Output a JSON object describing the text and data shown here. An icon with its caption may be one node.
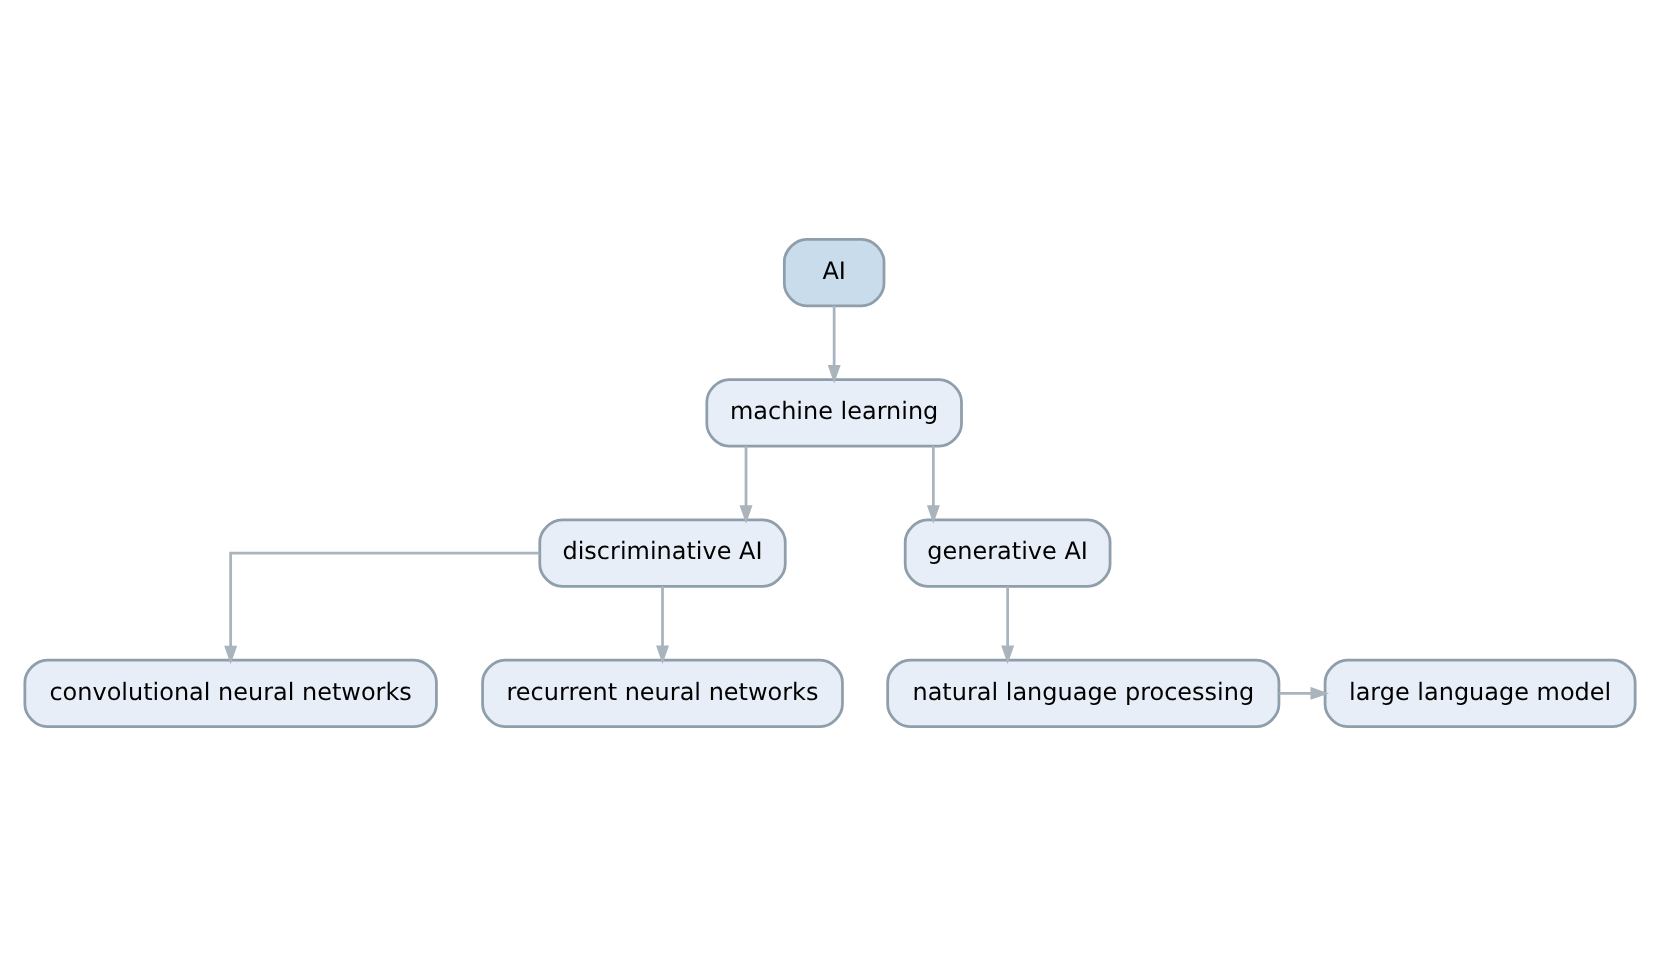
{
  "diagram": {
    "nodes": [
      {
        "text": [
          "AI"
        ]
      },
      {
        "text": [
          "machine learning"
        ]
      },
      {
        "text": [
          "discriminative AI"
        ]
      },
      {
        "text": [
          "generative AI"
        ]
      },
      {
        "text": [
          "convolutional neural networks"
        ]
      },
      {
        "text": [
          "recurrent neural networks"
        ]
      },
      {
        "text": [
          "natural language processing"
        ]
      },
      {
        "text": [
          "large language model"
        ]
      }
    ],
    "edges": [
      {
        "from": 0,
        "to": 1,
        "arrow": "to"
      },
      {
        "from": 1,
        "to": 2,
        "arrow": "to"
      },
      {
        "from": 1,
        "to": 3,
        "arrow": "to"
      },
      {
        "from": 2,
        "to": 4,
        "arrow": "to"
      },
      {
        "from": 2,
        "to": 5,
        "arrow": "to"
      },
      {
        "from": 3,
        "to": 6,
        "arrow": "to"
      },
      {
        "from": 6,
        "to": 7,
        "arrow": "to"
      }
    ]
  }
}
